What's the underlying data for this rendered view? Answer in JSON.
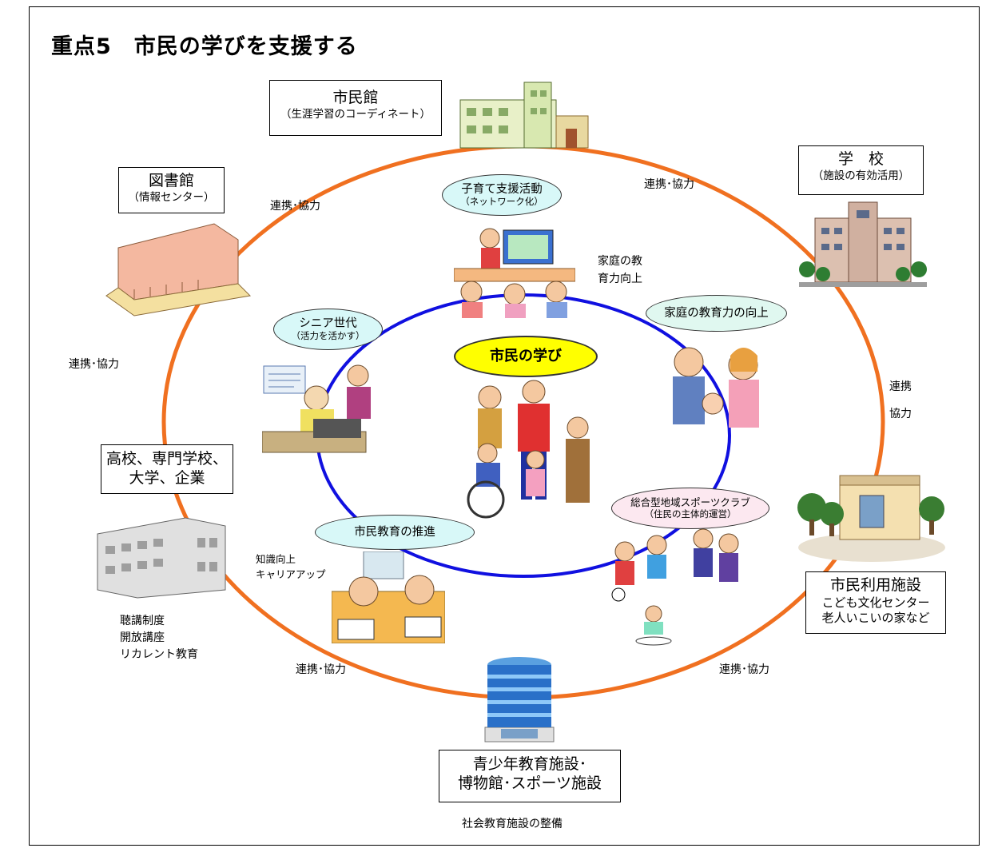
{
  "title": "重点5　市民の学びを支援する",
  "center": "市民の学び",
  "nodes": {
    "shiminkan": {
      "name": "市民館",
      "sub": "（生涯学習のコーディネート）"
    },
    "gakko": {
      "name": "学　校",
      "sub": "（施設の有効活用）"
    },
    "toshokan": {
      "name": "図書館",
      "sub": "（情報センター）"
    },
    "koko": {
      "line1": "高校、専門学校、",
      "line2": "大学、企業"
    },
    "shimin_riyo": {
      "name": "市民利用施設",
      "line2": "こども文化センター",
      "line3": "老人いこいの家など"
    },
    "seishonen": {
      "line1": "青少年教育施設･",
      "line2": "博物館･スポーツ施設"
    }
  },
  "ovals": {
    "kosodate": {
      "main": "子育て支援活動",
      "sub": "（ネットワーク化）"
    },
    "katei": {
      "main": "家庭の教育力の向上"
    },
    "senior": {
      "main": "シニア世代",
      "sub": "（活力を活かす）"
    },
    "shimin_kyoiku": {
      "main": "市民教育の推進"
    },
    "sports": {
      "main": "総合型地域スポーツクラブ",
      "sub": "（住民の主体的運営）"
    }
  },
  "labels": {
    "renkei_top_left": "連携･協力",
    "renkei_top_right": "連携･協力",
    "renkei_left": "連携･協力",
    "renkei_right_1": "連携",
    "renkei_right_2": "協力",
    "renkei_bottom_left": "連携･協力",
    "renkei_bottom_right": "連携･協力",
    "katei_kyoiku_1": "家庭の教",
    "katei_kyoiku_2": "育力向上",
    "chishiki_1": "知識向上",
    "chishiki_2": "キャリアアップ",
    "choko_1": "聴講制度",
    "choko_2": "開放講座",
    "choko_3": "リカレント教育",
    "footer": "社会教育施設の整備"
  },
  "colors": {
    "outer_ring": "#f07020",
    "inner_ring": "#1010e0",
    "oval_fill": "#d8f8f8",
    "oval_katei": "#e0f8f0",
    "oval_sports": "#fce8f0",
    "center_fill": "#ffff00"
  }
}
